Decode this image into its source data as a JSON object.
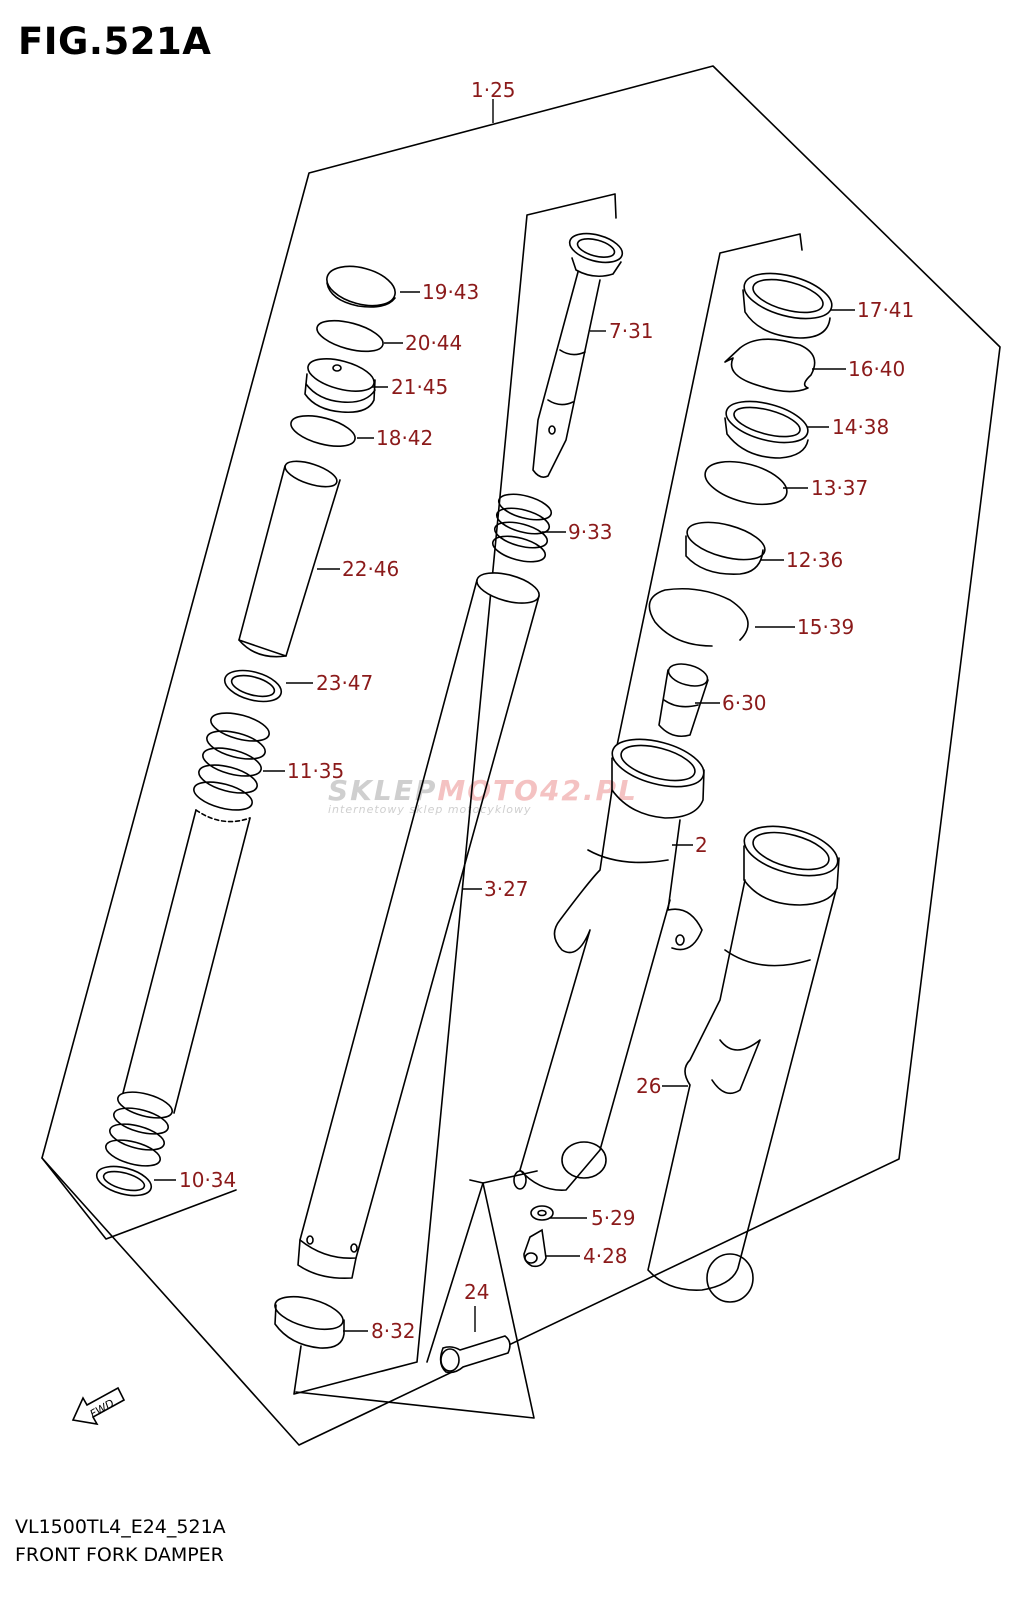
{
  "figure": {
    "title": "FIG.521A",
    "model_code": "VL1500TL4_E24_521A",
    "name": "FRONT FORK DAMPER"
  },
  "callouts": {
    "c1": "1·25",
    "c19": "19·43",
    "c20": "20·44",
    "c21": "21·45",
    "c18": "18·42",
    "c22": "22·46",
    "c23": "23·47",
    "c11": "11·35",
    "c10": "10·34",
    "c7": "7·31",
    "c9": "9·33",
    "c3": "3·27",
    "c8": "8·32",
    "c24": "24",
    "c17": "17·41",
    "c16": "16·40",
    "c14": "14·38",
    "c13": "13·37",
    "c12": "12·36",
    "c15": "15·39",
    "c6": "6·30",
    "c2": "2",
    "c26": "26",
    "c5": "5·29",
    "c4": "4·28"
  },
  "fwd_label": "FWD",
  "watermark": {
    "brand_a": "SKLEP",
    "brand_b": "MOTO",
    "brand_c": "42.PL",
    "tagline": "internetowy sklep motocyklowy"
  },
  "colors": {
    "callout": "#8b1a1a",
    "line": "#000000"
  }
}
